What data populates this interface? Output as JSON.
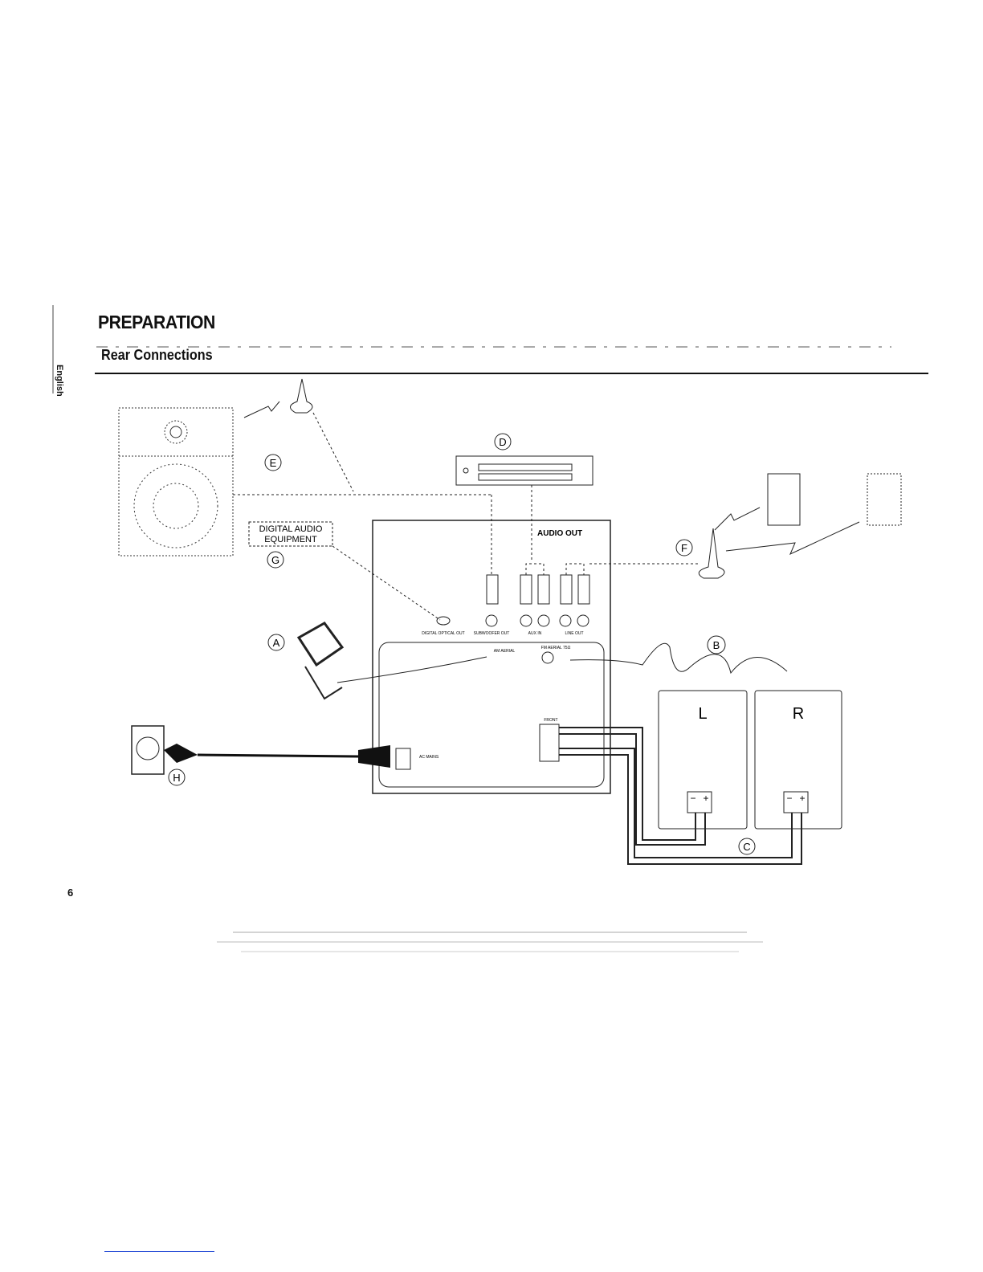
{
  "header": {
    "section_title": "PREPARATION",
    "subsection_title": "Rear Connections",
    "language_tab": "English"
  },
  "diagram": {
    "markers": {
      "a": "A",
      "b": "B",
      "c": "C",
      "d": "D",
      "e": "E",
      "f": "F",
      "g": "G",
      "h": "H"
    },
    "labels": {
      "audio_out": "AUDIO OUT",
      "digital_audio_line1": "DIGITAL AUDIO",
      "digital_audio_line2": "EQUIPMENT",
      "speaker_left": "L",
      "speaker_right": "R",
      "terminal_minus": "−",
      "terminal_plus": "+"
    },
    "panel_labels": {
      "digital_out": "DIGITAL OPTICAL OUT",
      "subwoofer_out": "SUBWOOFER OUT",
      "aux_in": "AUX IN",
      "line_out": "LINE OUT",
      "am_aerial": "AM AERIAL",
      "fm_aerial": "FM AERIAL 75Ω",
      "front": "FRONT",
      "ac_mains": "AC MAINS"
    }
  },
  "footer": {
    "page_number": "6"
  }
}
